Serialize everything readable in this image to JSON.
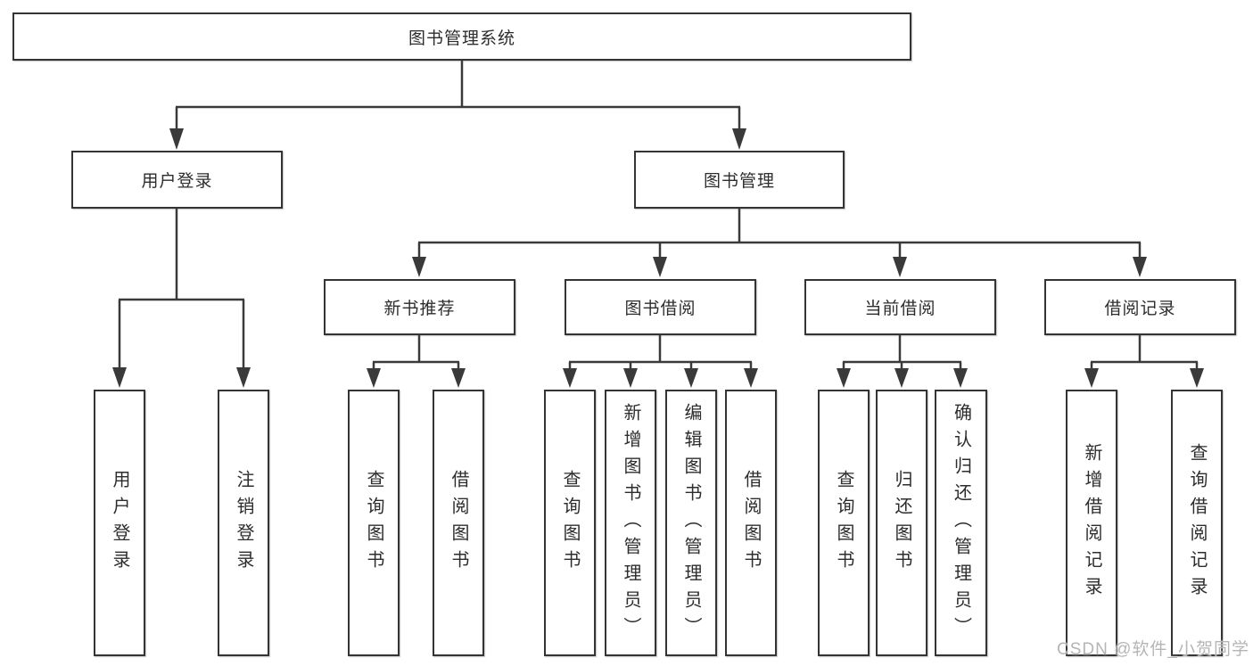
{
  "diagram": {
    "root": {
      "label": "图书管理系统"
    },
    "branches": [
      {
        "label": "用户登录",
        "children": [
          {
            "label": "用户登录"
          },
          {
            "label": "注销登录"
          }
        ]
      },
      {
        "label": "图书管理",
        "children": [
          {
            "label": "新书推荐",
            "children": [
              {
                "label": "查询图书"
              },
              {
                "label": "借阅图书"
              }
            ]
          },
          {
            "label": "图书借阅",
            "children": [
              {
                "label": "查询图书"
              },
              {
                "label": "新增图书（管理员）"
              },
              {
                "label": "编辑图书（管理员）"
              },
              {
                "label": "借阅图书"
              }
            ]
          },
          {
            "label": "当前借阅",
            "children": [
              {
                "label": "查询图书"
              },
              {
                "label": "归还图书"
              },
              {
                "label": "确认归还（管理员）"
              }
            ]
          },
          {
            "label": "借阅记录",
            "children": [
              {
                "label": "新增借阅记录"
              },
              {
                "label": "查询借阅记录"
              }
            ]
          }
        ]
      }
    ]
  },
  "watermark": {
    "text": "CSDN @软件_小贺同学"
  },
  "colors": {
    "line": "#3a3a3a",
    "box_border": "#343434",
    "box_fill": "#ffffff",
    "text": "#2d2d2d",
    "watermark": "#b5b5b5",
    "background": "#ffffff"
  }
}
